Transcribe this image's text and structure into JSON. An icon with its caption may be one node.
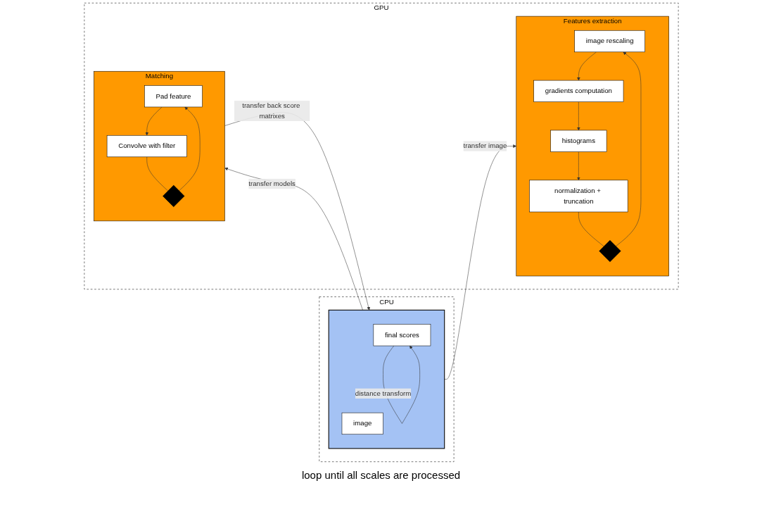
{
  "diagram": {
    "nodes": [
      {
        "text": [
          "CPU"
        ]
      },
      {
        "text": [],
        "shape": "box",
        "in": 0
      },
      {
        "text": [
          "image"
        ],
        "in": 1
      },
      {
        "text": [
          "final scores"
        ],
        "in": 1
      },
      {
        "text": [
          "GPU"
        ]
      },
      {
        "text": [
          "Features extraction"
        ],
        "in": 4
      },
      {
        "text": [
          "image rescaling"
        ],
        "in": 5
      },
      {
        "text": [
          "gradients computation"
        ],
        "in": 5
      },
      {
        "text": [
          "histograms"
        ],
        "in": 5
      },
      {
        "text": [
          "normalization + truncation"
        ],
        "in": 5
      },
      {
        "text": [],
        "shape": "diamond",
        "in": 5
      },
      {
        "text": [
          "Matching"
        ],
        "in": 4
      },
      {
        "text": [
          "Pad feature"
        ],
        "in": 11
      },
      {
        "text": [
          "Convolve with filter"
        ],
        "in": 11
      },
      {
        "text": [],
        "shape": "diamond",
        "in": 11
      }
    ],
    "edges": [
      {
        "from": 1,
        "to": 5,
        "label": "transfer image",
        "arrow": "to"
      },
      {
        "from": 1,
        "to": 11,
        "label": "transfer models",
        "arrow": "to"
      },
      {
        "from": 3,
        "to": 3,
        "label": "distance transform",
        "arrow": "to"
      },
      {
        "from": 6,
        "to": 7,
        "arrow": "to"
      },
      {
        "from": 7,
        "to": 8,
        "arrow": "to"
      },
      {
        "from": 8,
        "to": 9,
        "arrow": "to"
      },
      {
        "from": 9,
        "to": 10,
        "arrow": "none"
      },
      {
        "from": 10,
        "to": 6,
        "arrow": "to"
      },
      {
        "from": 12,
        "to": 13,
        "arrow": "to"
      },
      {
        "from": 13,
        "to": 14,
        "arrow": "none"
      },
      {
        "from": 14,
        "to": 12,
        "arrow": "to"
      },
      {
        "from": 11,
        "to": 1,
        "label": "transfer back score matrixes",
        "arrow": "to"
      }
    ],
    "labels": [
      "loop until all scales are processed"
    ]
  }
}
